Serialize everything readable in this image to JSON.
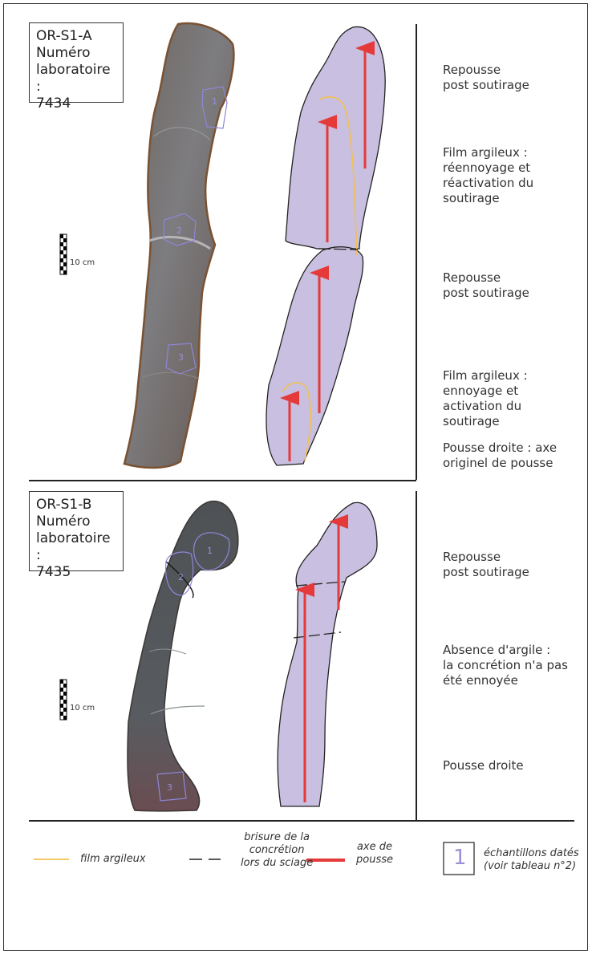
{
  "panels": [
    {
      "id": "A",
      "label_lines": [
        "OR-S1-A",
        "Numéro",
        "laboratoire :",
        "7434"
      ],
      "scale_label": "10 cm",
      "sample_numbers": [
        "1",
        "2",
        "3"
      ],
      "annotations": [
        [
          "Repousse",
          "post soutirage"
        ],
        [
          "Film argileux :",
          "réennoyage et",
          "réactivation du",
          "soutirage"
        ],
        [
          "Repousse",
          "post soutirage"
        ],
        [
          "Film argileux :",
          "ennoyage et",
          "activation du",
          "soutirage"
        ],
        [
          "Pousse droite : axe",
          "originel de pousse"
        ]
      ]
    },
    {
      "id": "B",
      "label_lines": [
        "OR-S1-B",
        "Numéro",
        "laboratoire :",
        "7435"
      ],
      "scale_label": "10 cm",
      "sample_numbers": [
        "1",
        "2",
        "3"
      ],
      "annotations": [
        [
          "Repousse",
          "post soutirage"
        ],
        [
          "Absence d'argile :",
          "la concrétion n'a pas",
          "été ennoyée"
        ],
        [
          "Pousse droite"
        ]
      ]
    }
  ],
  "legend": {
    "film": "film argileux",
    "brisure": [
      "brisure de la",
      "concrétion",
      "lors du sciage"
    ],
    "axe": [
      "axe de",
      "pousse"
    ],
    "sample_number": "1",
    "echantillons": [
      "échantillons datés",
      "(voir tableau n°2)"
    ]
  },
  "colors": {
    "film": "#f2c14e",
    "arrow": "#e43a3a",
    "silhouette": "#c9bfe0",
    "sample_outline": "#8f86d9",
    "sample_number": "#9a8fd6"
  }
}
